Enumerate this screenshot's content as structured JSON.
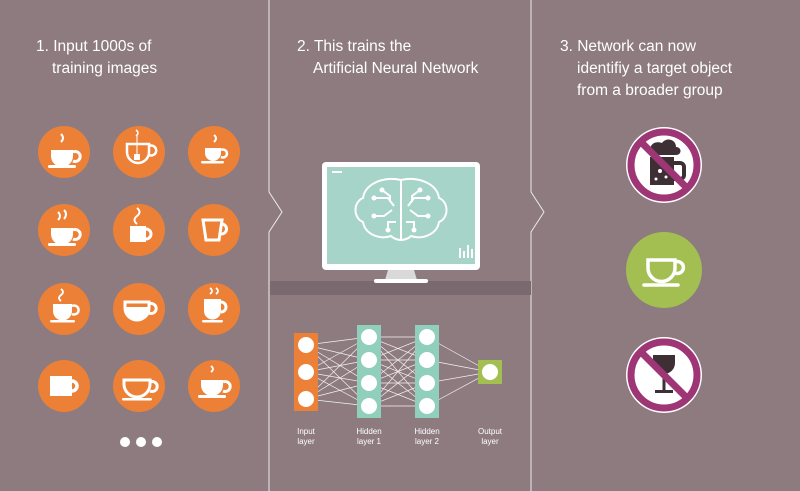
{
  "colors": {
    "background": "#8d7b80",
    "orange": "#ec8036",
    "teal": "#8fcfbb",
    "green": "#a3bf51",
    "magenta": "#9e3575",
    "screen": "#a7d4c8"
  },
  "steps": [
    {
      "line1": "1.  Input 1000s of",
      "line2": "training images"
    },
    {
      "line1": "2.  This trains the",
      "line2": "Artificial Neural Network"
    },
    {
      "line1": "3.  Network can now",
      "line2": "identifiy a target object",
      "line3": "from a broader group"
    }
  ],
  "training_icons": [
    "coffee-cup-icon",
    "tea-cup-icon",
    "espresso-cup-icon",
    "coffee-cup-saucer-icon",
    "steaming-mug-icon",
    "tall-mug-icon",
    "latte-cup-icon",
    "wide-cup-icon",
    "hot-mug-icon",
    "mug-icon",
    "bowl-cup-icon",
    "cappuccino-cup-icon"
  ],
  "result_icons": [
    {
      "icon": "beer-mug-icon",
      "status": "rejected"
    },
    {
      "icon": "coffee-cup-icon",
      "status": "accepted"
    },
    {
      "icon": "wine-glass-icon",
      "status": "rejected"
    }
  ],
  "network": {
    "layers": [
      {
        "label1": "Input",
        "label2": "layer",
        "nodes": 3
      },
      {
        "label1": "Hidden",
        "label2": "layer 1",
        "nodes": 4
      },
      {
        "label1": "Hidden",
        "label2": "layer 2",
        "nodes": 4
      },
      {
        "label1": "Output",
        "label2": "layer",
        "nodes": 1
      }
    ]
  }
}
